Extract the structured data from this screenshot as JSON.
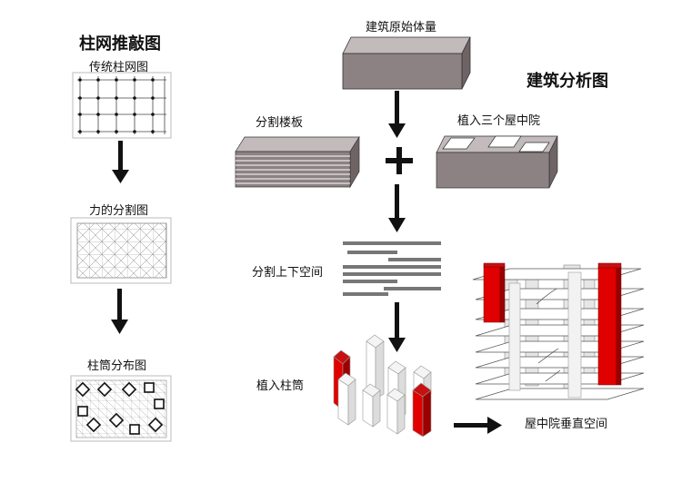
{
  "left_title": "柱网推敲图",
  "left_steps": [
    {
      "label": "传统柱网图",
      "icon": "grid-icon"
    },
    {
      "label": "力的分割图",
      "icon": "triangulated-grid-icon"
    },
    {
      "label": "柱筒分布图",
      "icon": "tube-distribution-icon"
    }
  ],
  "right_title": "建筑分析图",
  "steps": {
    "original_mass": "建筑原始体量",
    "split_floors": "分割楼板",
    "insert_courtyards": "植入三个屋中院",
    "split_spaces": "分割上下空间",
    "insert_tubes": "植入柱筒",
    "courtyard_space": "屋中院垂直空间"
  },
  "colors": {
    "mass_gray": "#8c8284",
    "accent_red": "#e00000",
    "arrow": "#111111"
  }
}
